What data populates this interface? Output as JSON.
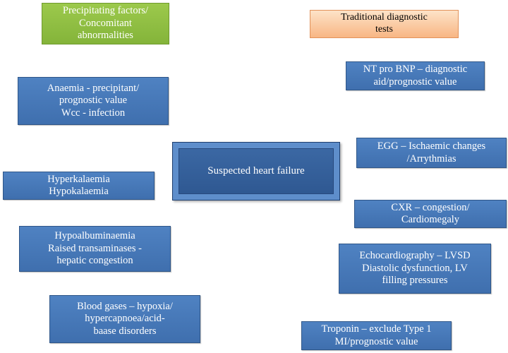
{
  "headers": {
    "left": "Precipitating factors/\nConcomitant\nabnormalities",
    "right": "Traditional diagnostic\ntests"
  },
  "center": "Suspected heart failure",
  "left_items": [
    "Anaemia - precipitant/\nprognostic value\nWcc - infection",
    "Hyperkalaemia\nHypokalaemia",
    "Hypoalbuminaemia\nRaised transaminases -\nhepatic congestion",
    "Blood gases – hypoxia/\nhypercapnoea/acid-\nbaase disorders"
  ],
  "right_items": [
    "NT pro BNP – diagnostic\naid/prognostic value",
    "EGG – Ischaemic changes\n/Arrythmias",
    "CXR – congestion/\nCardiomegaly",
    "Echocardiography – LVSD\nDiastolic dysfunction, LV\nfilling pressures",
    "Troponin – exclude Type 1\nMI/prognostic value"
  ],
  "colors": {
    "box_blue": "#4a7ab9",
    "header_green": "#8fbf43",
    "header_orange": "#fbc596"
  }
}
